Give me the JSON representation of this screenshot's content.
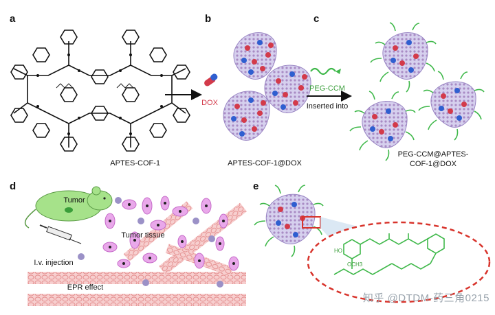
{
  "panels": {
    "a": {
      "label": "a",
      "caption": "APTES-COF-1"
    },
    "b": {
      "label": "b",
      "caption": "APTES-COF-1@DOX",
      "drug_label": "DOX"
    },
    "c": {
      "label": "c",
      "reagent_label": "PEG-CCM",
      "arrow_label": "Inserted into",
      "caption_line1": "PEG-CCM@APTES-",
      "caption_line2": "COF-1@DOX"
    },
    "d": {
      "label": "d",
      "tumor_label": "Tumor",
      "tissue_label": "Tumor tissue",
      "injection_label": "I.v. injection",
      "epr_label": "EPR effect"
    },
    "e": {
      "label": "e"
    }
  },
  "watermark": "知乎 @DTDM-药三角0215",
  "colors": {
    "particle": "#c9c3e6",
    "particle_dots": "#b38cc0",
    "dox_red": "#d33a4a",
    "blue_drug": "#2f5fd0",
    "peg_green": "#3fb84a",
    "arrow_green": "#5dc25a",
    "tumor_cell": "#e9a8ea",
    "vessel": "#f2b3b3",
    "mouse": "#a6e28a",
    "ellipse_border": "#d8342c"
  }
}
